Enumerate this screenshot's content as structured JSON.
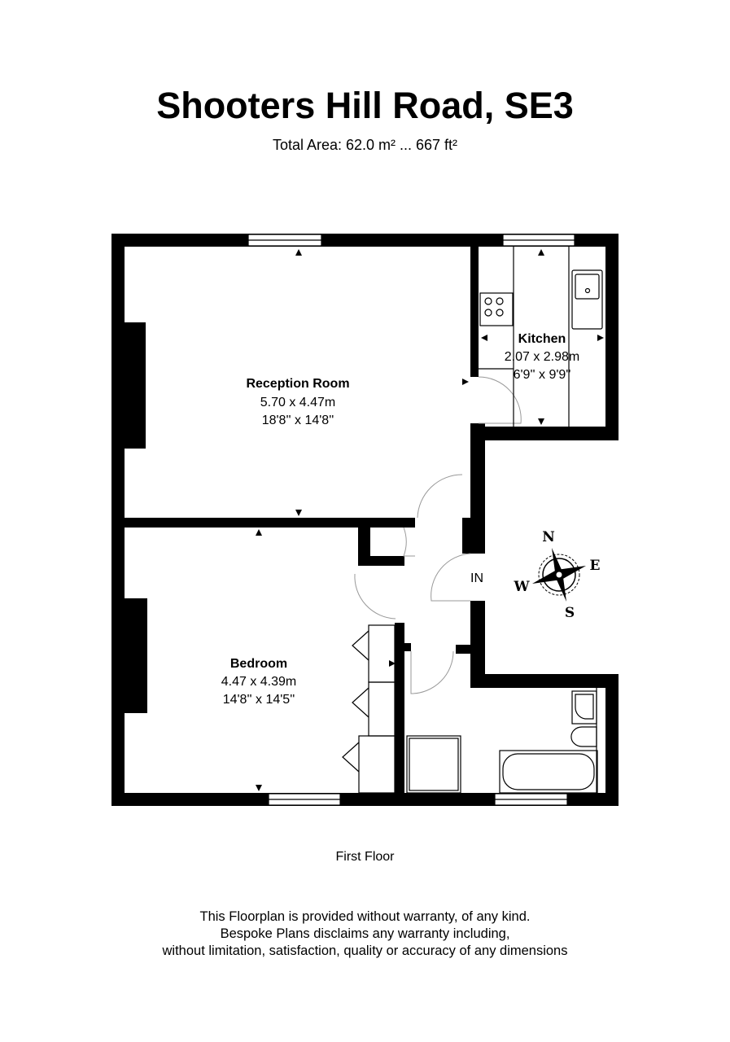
{
  "header": {
    "title": "Shooters Hill Road, SE3",
    "total_area": "Total Area: 62.0 m² ... 667 ft²"
  },
  "rooms": {
    "reception": {
      "name": "Reception Room",
      "metric": "5.70 x 4.47m",
      "imperial": "18'8'' x 14'8''"
    },
    "kitchen": {
      "name": "Kitchen",
      "metric": "2.07 x 2.98m",
      "imperial": "6'9'' x 9'9''"
    },
    "bedroom": {
      "name": "Bedroom",
      "metric": "4.47 x 4.39m",
      "imperial": "14'8'' x 14'5''"
    }
  },
  "entrance_label": "IN",
  "compass": {
    "n": "N",
    "e": "E",
    "s": "S",
    "w": "W"
  },
  "floor_label": "First Floor",
  "disclaimer": [
    "This Floorplan is provided without warranty, of any kind.",
    "Bespoke Plans disclaims any warranty including,",
    "without limitation, satisfaction, quality or accuracy of any dimensions"
  ]
}
